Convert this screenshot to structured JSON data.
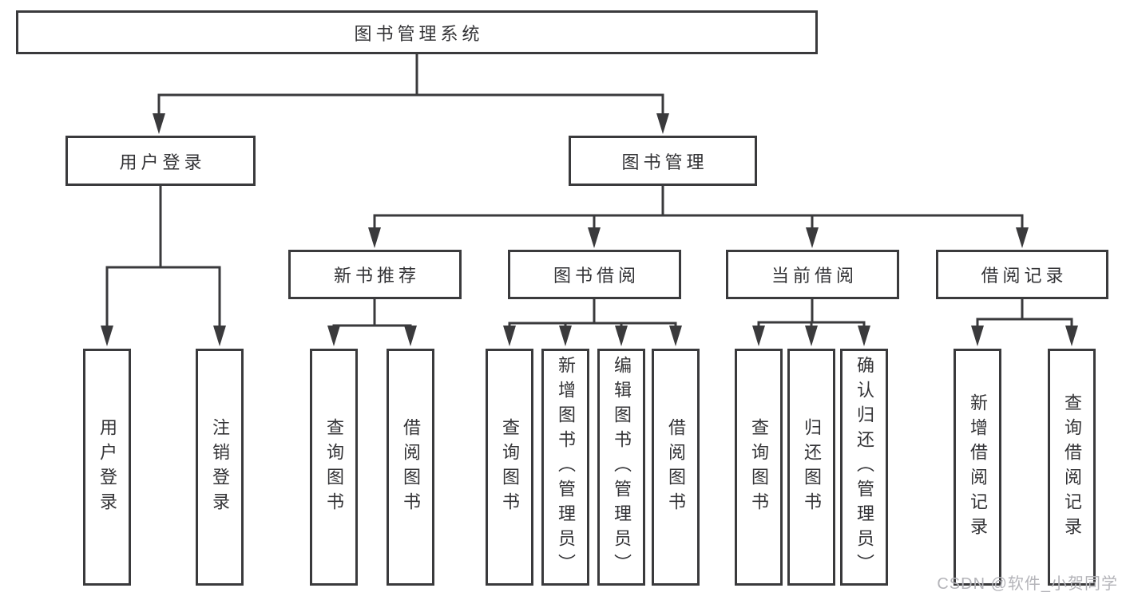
{
  "diagram": {
    "title_node": "图书管理系统",
    "root": {
      "label": "图书管理系统"
    },
    "level2": [
      {
        "label": "用户登录"
      },
      {
        "label": "图书管理"
      }
    ],
    "level3": [
      {
        "label": "新书推荐"
      },
      {
        "label": "图书借阅"
      },
      {
        "label": "当前借阅"
      },
      {
        "label": "借阅记录"
      }
    ],
    "leaves": [
      {
        "label": "用户登录"
      },
      {
        "label": "注销登录"
      },
      {
        "label": "查询图书"
      },
      {
        "label": "借阅图书"
      },
      {
        "label": "查询图书"
      },
      {
        "label": "新增图书（管理员）"
      },
      {
        "label": "编辑图书（管理员）"
      },
      {
        "label": "借阅图书"
      },
      {
        "label": "查询图书"
      },
      {
        "label": "归还图书"
      },
      {
        "label": "确认归还（管理员）"
      },
      {
        "label": "新增借阅记录"
      },
      {
        "label": "查询借阅记录"
      }
    ]
  },
  "watermark": {
    "text": "CSDN @软件_小贺同学"
  },
  "colors": {
    "line": "#3a3a3c",
    "text": "#333336",
    "watermark": "#b4b4b9",
    "background": "#ffffff"
  }
}
